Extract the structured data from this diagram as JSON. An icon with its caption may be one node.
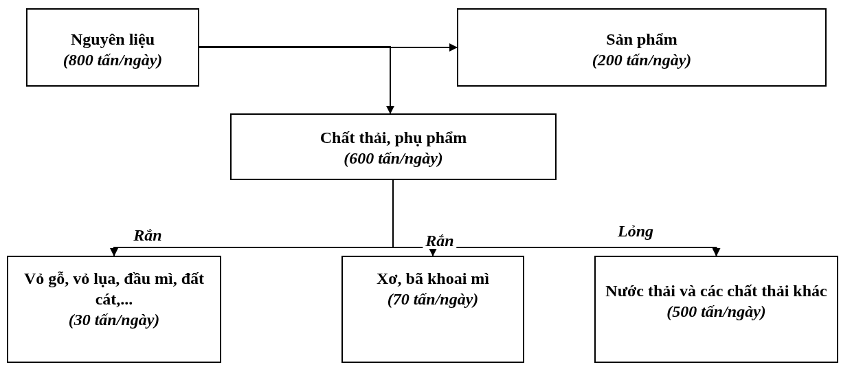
{
  "diagram": {
    "nodes": [
      {
        "text": [
          "Nguyên liệu",
          "(800 tấn/ngày)"
        ]
      },
      {
        "text": [
          "Sản phẩm",
          "(200 tấn/ngày)"
        ]
      },
      {
        "text": [
          "Chất thải, phụ phẩm",
          "(600 tấn/ngày)"
        ]
      },
      {
        "text": [
          "Vỏ gỗ, vỏ lụa, đầu mì, đất cát,...",
          "(30 tấn/ngày)"
        ]
      },
      {
        "text": [
          "Xơ, bã khoai mì",
          "(70 tấn/ngày)"
        ]
      },
      {
        "text": [
          "Nước thải và các chất thải khác",
          "(500 tấn/ngày)"
        ]
      }
    ],
    "edges": [
      {
        "from": 0,
        "to": 1,
        "arrow": "to"
      },
      {
        "from": 0,
        "to": 2,
        "arrow": "to"
      },
      {
        "from": 2,
        "to": 3,
        "arrow": "to",
        "label": "Rắn"
      },
      {
        "from": 2,
        "to": 4,
        "arrow": "to",
        "label": "Rắn"
      },
      {
        "from": 2,
        "to": 5,
        "arrow": "to",
        "label": "Lỏng"
      }
    ]
  }
}
